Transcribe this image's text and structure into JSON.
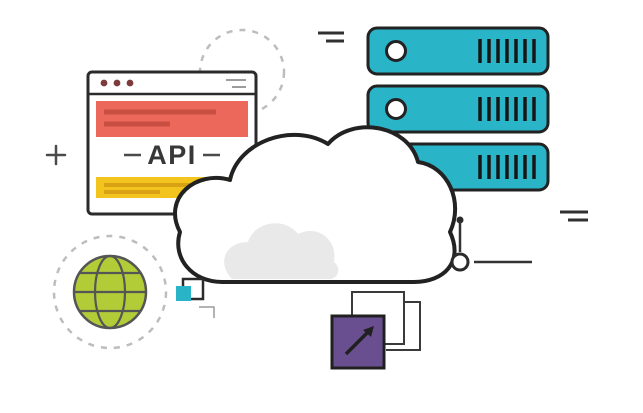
{
  "illustration": {
    "name": "cloud-api-servers-illustration",
    "api_label": "API",
    "server_count": 3,
    "background": "#ffffff",
    "colors": {
      "server_teal": "#29b4c8",
      "browser_header_red": "#ec685a",
      "red_detail": "#c94f43",
      "browser_footer_yellow": "#f2c41d",
      "yellow_detail": "#d9a114",
      "globe_green": "#b2cc38",
      "purple": "#6a4f90",
      "small_square_teal": "#29b4c8",
      "outline_dark": "#222222",
      "dash_gray": "#bdbdbd"
    },
    "elements": [
      {
        "name": "browser-window",
        "label": "API"
      },
      {
        "name": "server-stack",
        "count": 3
      },
      {
        "name": "cloud-icon"
      },
      {
        "name": "globe-icon"
      },
      {
        "name": "purple-arrow-square-icon"
      },
      {
        "name": "teal-square-icon"
      },
      {
        "name": "plus-icon"
      },
      {
        "name": "dashed-circle-top-icon"
      },
      {
        "name": "dashed-circle-globe-icon"
      },
      {
        "name": "connector-node-icon"
      },
      {
        "name": "dash-marks-top"
      },
      {
        "name": "dash-marks-right"
      }
    ]
  }
}
